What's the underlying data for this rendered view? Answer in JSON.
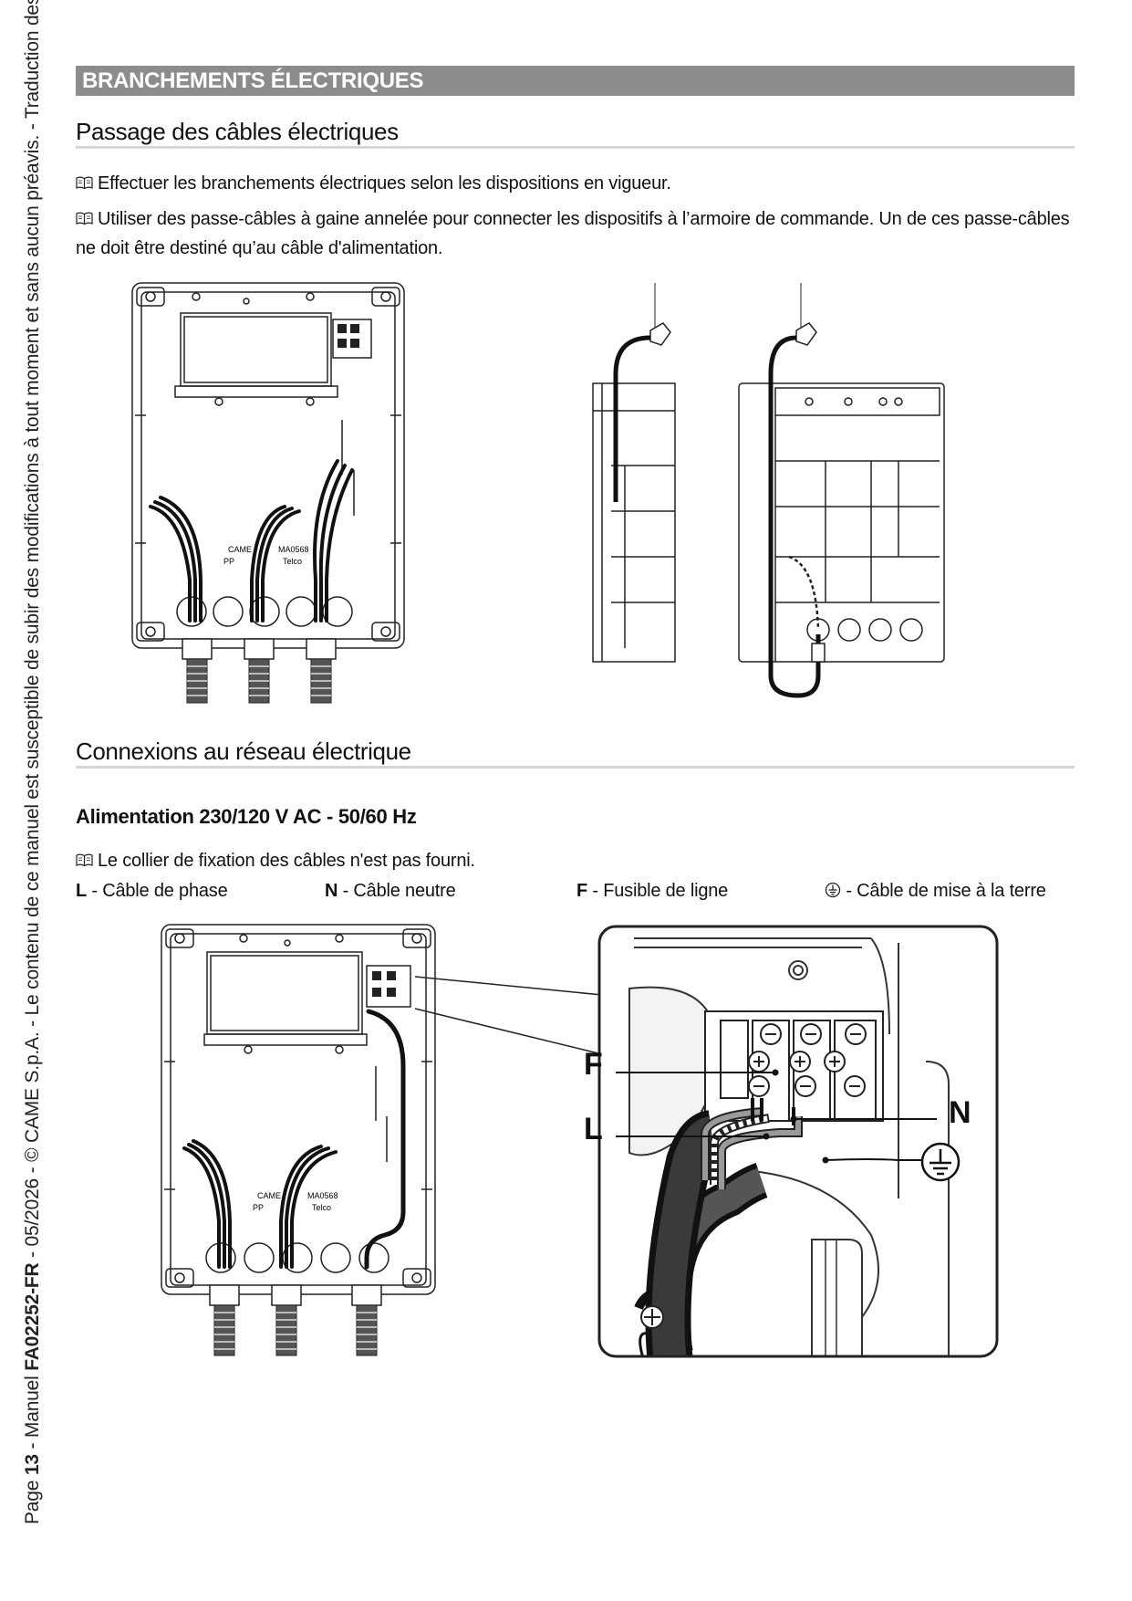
{
  "sidebar": {
    "page_prefix": "Page ",
    "page_number": "13",
    "manual_prefix": " - Manuel ",
    "doc_code": "FA02252-FR",
    "footer_rest": " - 05/2026 - © CAME S.p.A. - Le contenu de ce manuel est susceptible de subir des modifications à tout moment et sans aucun préavis. - Traduction des instructions originales"
  },
  "section": {
    "title": "BRANCHEMENTS ÉLECTRIQUES"
  },
  "cables": {
    "title": "Passage des câbles électriques",
    "note1": "Effectuer les branchements électriques selon les dispositions en vigueur.",
    "note2": "Utiliser des passe-câbles à gaine annelée pour connecter les dispositifs à l’armoire de commande. Un de ces passe-câbles ne doit être destiné qu’au câble d'alimentation."
  },
  "network": {
    "title": "Connexions au réseau électrique",
    "subtitle": "Alimentation 230/120 V AC - 50/60 Hz",
    "note": "Le collier de fixation des câbles n'est pas fourni.",
    "legend": [
      {
        "key": "L",
        "text": " - Câble de phase"
      },
      {
        "key": "N",
        "text": " - Câble neutre"
      },
      {
        "key": "F",
        "text": " - Fusible de ligne"
      },
      {
        "key": "",
        "text": " - Câble de mise à la terre",
        "icon": "ground-icon"
      }
    ],
    "callouts": {
      "F": "F",
      "L": "L",
      "N": "N"
    }
  },
  "box_markings": {
    "brand": "CAME",
    "code": "MA0568",
    "material": "PP",
    "maker": "Telco"
  }
}
